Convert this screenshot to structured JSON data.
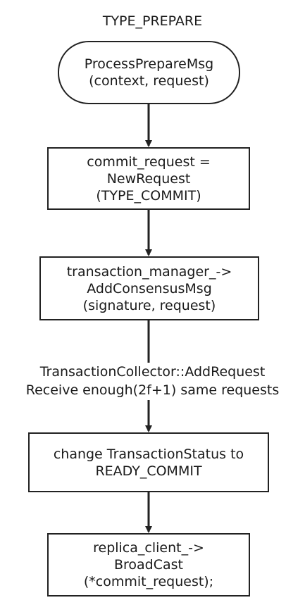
{
  "diagram": {
    "title": "TYPE_PREPARE",
    "nodes": [
      {
        "id": "process-prepare",
        "shape": "terminator",
        "lines": [
          "ProcessPrepareMsg",
          "(context, request)"
        ]
      },
      {
        "id": "new-request",
        "shape": "process",
        "lines": [
          "commit_request =",
          "NewRequest",
          "(TYPE_COMMIT)"
        ]
      },
      {
        "id": "add-consensus",
        "shape": "process",
        "lines": [
          "transaction_manager_->",
          "AddConsensusMsg",
          "(signature, request)"
        ]
      },
      {
        "id": "change-status",
        "shape": "process",
        "lines": [
          "change TransactionStatus to",
          "READY_COMMIT"
        ]
      },
      {
        "id": "broadcast",
        "shape": "process",
        "lines": [
          "replica_client_->",
          "BroadCast",
          "(*commit_request);"
        ]
      }
    ],
    "edges": [
      {
        "from": "process-prepare",
        "to": "new-request"
      },
      {
        "from": "new-request",
        "to": "add-consensus"
      },
      {
        "from": "add-consensus",
        "to": "change-status",
        "label": [
          "TransactionCollector::AddRequest",
          "Receive enough(2f+1) same requests"
        ]
      },
      {
        "from": "change-status",
        "to": "broadcast"
      }
    ],
    "colors": {
      "stroke": "#222222",
      "text": "#1a1a1a",
      "background": "#ffffff"
    }
  }
}
